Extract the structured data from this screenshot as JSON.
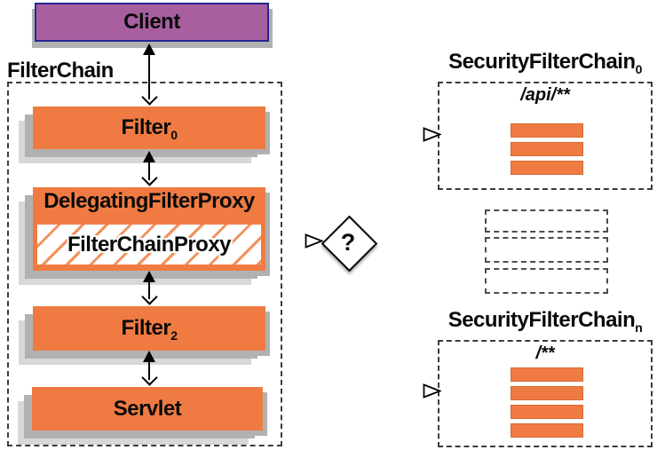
{
  "diagram": {
    "client": {
      "label": "Client"
    },
    "filter_chain": {
      "label": "FilterChain",
      "filter0": {
        "base": "Filter",
        "sub": "0"
      },
      "delegating_filter_proxy": {
        "label": "DelegatingFilterProxy"
      },
      "filter_chain_proxy": {
        "label": "FilterChainProxy"
      },
      "filter2": {
        "base": "Filter",
        "sub": "2"
      },
      "servlet": {
        "label": "Servlet"
      }
    },
    "decision": {
      "label": "?"
    },
    "security_filter_chain_0": {
      "title": "SecurityFilterChain",
      "title_sub": "0",
      "url_pattern": "/api/**",
      "filter_count": 3
    },
    "security_filter_chain_n": {
      "title": "SecurityFilterChain",
      "title_sub": "n",
      "url_pattern": "/**",
      "filter_count": 4
    },
    "more_chains_placeholder_count": 3
  },
  "colors": {
    "orange": "#F07B42",
    "purple": "#A85FA0",
    "client_border": "#26268F",
    "shadow": "#b1b1b1",
    "shadow_light": "#d8d8d8",
    "dash": "#3c3c3c",
    "hatch": "#F2905C",
    "bar_border": "#D66A33",
    "text": "#0a0a0a"
  }
}
